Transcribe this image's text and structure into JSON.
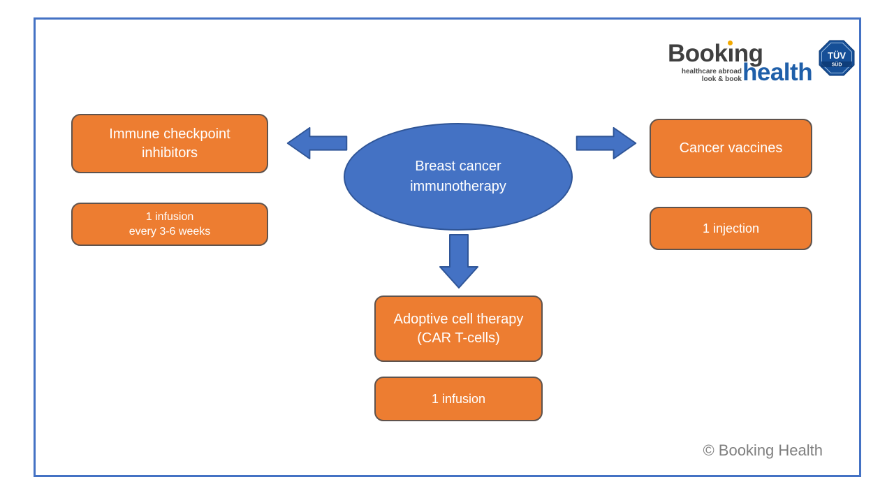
{
  "header": {
    "logo": {
      "word1_part1": "Book",
      "word1_i": "ı",
      "word1_part2": "ng",
      "word2": "health",
      "tagline_line1": "healthcare abroad",
      "tagline_line2": "look & book"
    },
    "badge": {
      "line1": "TÜV",
      "line2": "SÜD"
    }
  },
  "diagram": {
    "center_node": {
      "line1": "Breast cancer",
      "line2": "immunotherapy"
    },
    "left_title": {
      "line1": "Immune checkpoint",
      "line2": "inhibitors"
    },
    "left_detail": {
      "line1": "1 infusion",
      "line2": "every 3-6 weeks"
    },
    "right_title": {
      "line1": "Cancer vaccines"
    },
    "right_detail": {
      "line1": "1 injection"
    },
    "bottom_title": {
      "line1": "Adoptive cell therapy",
      "line2": "(CAR T-cells)"
    },
    "bottom_detail": {
      "line1": "1 infusion"
    }
  },
  "footer": {
    "copyright": "© Booking Health"
  },
  "colors": {
    "accent_blue": "#4472C4",
    "accent_blue_dark": "#2F5597",
    "accent_orange": "#ED7D31",
    "box_border": "#5f534d",
    "logo_dark": "#3F3F3F",
    "logo_blue": "#1F5FA9",
    "logo_dot_orange": "#F2A900",
    "copyright_gray": "#7F7F7F"
  }
}
